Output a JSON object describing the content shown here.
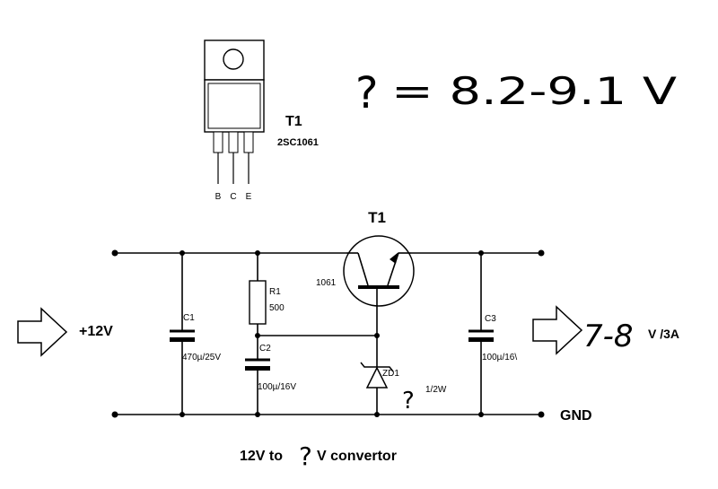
{
  "package": {
    "ref": "T1",
    "part": "2SC1061",
    "pins": [
      "B",
      "C",
      "E"
    ]
  },
  "handwritten_note": {
    "mark": "?",
    "rest": "= 8.2-9.1 V"
  },
  "circuit": {
    "transistor_ref": "T1",
    "transistor_part": "1061",
    "input_label": "+12V",
    "output_value": "7-8",
    "output_rest": "V /3A",
    "ground_label": "GND",
    "c1": {
      "ref": "C1",
      "value": "470µ/25V"
    },
    "r1": {
      "ref": "R1",
      "value": "500"
    },
    "c2": {
      "ref": "C2",
      "value": "100µ/16V"
    },
    "zd1": {
      "ref": "ZD1",
      "value": "1/2W",
      "mark": "?"
    },
    "c3": {
      "ref": "C3",
      "value": "100µ/16\\"
    }
  },
  "caption": {
    "before": "12V to",
    "mark": "?",
    "after": "V convertor"
  }
}
